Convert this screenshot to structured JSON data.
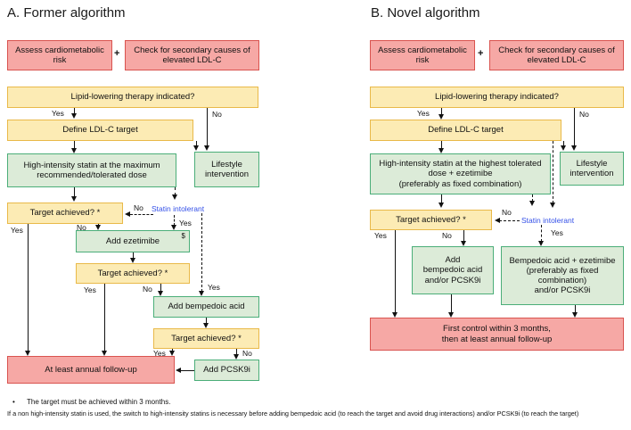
{
  "colors": {
    "pink_fill": "#F6A8A5",
    "pink_border": "#D9534F",
    "yellow_fill": "#FCEBB4",
    "yellow_border": "#E9B949",
    "green_fill": "#DCEBD8",
    "green_border": "#4BAE79",
    "blue_text": "#3450E8",
    "line_color": "#111111"
  },
  "labels": {
    "yes": "Yes",
    "no": "No",
    "plus": "+"
  },
  "panel_a": {
    "title": "A. Former algorithm",
    "assess": "Assess cardiometabolic\nrisk",
    "check": "Check for secondary causes of\nelevated LDL-C",
    "llt": "Lipid-lowering therapy indicated?",
    "define": "Define LDL-C target",
    "statin": "High-intensity statin at the maximum\nrecommended/tolerated dose",
    "lifestyle": "Lifestyle\nintervention",
    "target1": "Target achieved? *",
    "statin_intolerant": "Statin intolerant",
    "ezetimibe": "Add ezetimibe",
    "ezetimibe_sup": "$",
    "target2": "Target achieved? *",
    "bempedoic": "Add bempedoic acid",
    "target3": "Target achieved? *",
    "pcsk9i": "Add PCSK9i",
    "followup": "At least annual follow-up"
  },
  "panel_b": {
    "title": "B. Novel algorithm",
    "assess": "Assess cardiometabolic\nrisk",
    "check": "Check for secondary causes of\nelevated LDL-C",
    "llt": "Lipid-lowering therapy indicated?",
    "define": "Define LDL-C target",
    "statin": "High-intensity statin at the highest tolerated\ndose + ezetimibe\n(preferably as fixed combination)",
    "lifestyle": "Lifestyle\nintervention",
    "target1": "Target achieved? *",
    "statin_intolerant": "Statin intolerant",
    "bempedoic_pcsk9i": "Add\nbempedoic acid\nand/or PCSK9i",
    "bempedoic_ezetimibe": "Bempedoic acid + ezetimibe\n(preferably as fixed\ncombination)\nand/or PCSK9i",
    "followup": "First control within 3 months,\nthen at least annual follow-up"
  },
  "footnotes": {
    "bullet": "•",
    "line1": "The target must be achieved within 3 months.",
    "line2": "If a non high-intensity statin is used, the switch to high-intensity statins is necessary before  adding bempedoic acid (to reach the target  and avoid drug interactions) and/or PCSK9i (to reach the target)"
  }
}
